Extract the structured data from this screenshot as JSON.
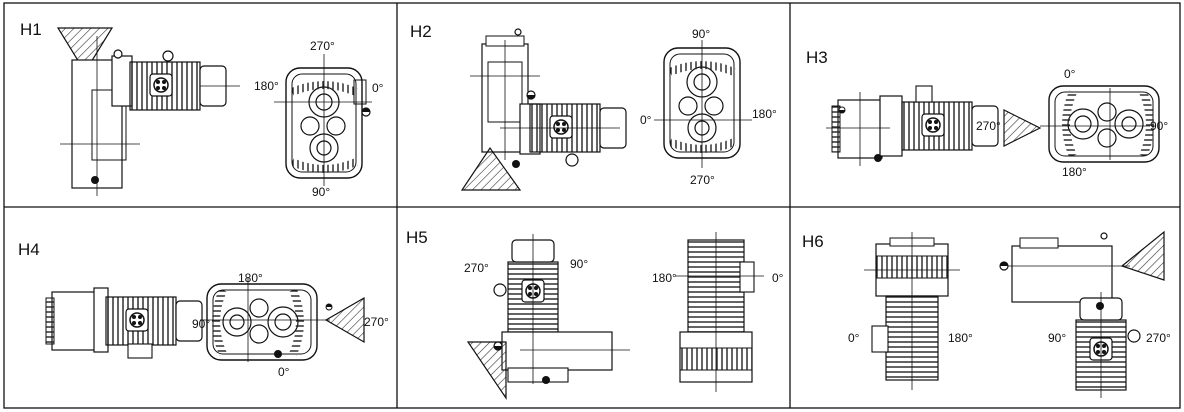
{
  "cells": [
    {
      "label": "H1",
      "angles": {
        "top": "270°",
        "left": "180°",
        "right": "0°",
        "bottom": "90°"
      }
    },
    {
      "label": "H2",
      "angles": {
        "top": "90°",
        "left": "0°",
        "right": "180°",
        "bottom": "270°"
      }
    },
    {
      "label": "H3",
      "angles": {
        "top": "0°",
        "left": "270°",
        "right": "90°",
        "bottom": "180°"
      }
    },
    {
      "label": "H4",
      "angles": {
        "top": "180°",
        "left": "90°",
        "right": "270°",
        "bottom": "0°"
      }
    },
    {
      "label": "H5",
      "angles": {
        "a": "270°",
        "b": "90°",
        "c": "180°",
        "d": "0°"
      }
    },
    {
      "label": "H6",
      "angles": {
        "a": "0°",
        "b": "180°",
        "c": "90°",
        "d": "270°"
      }
    }
  ],
  "colors": {
    "line": "#111111",
    "fill": "#ffffff",
    "hatch": "#333333"
  }
}
